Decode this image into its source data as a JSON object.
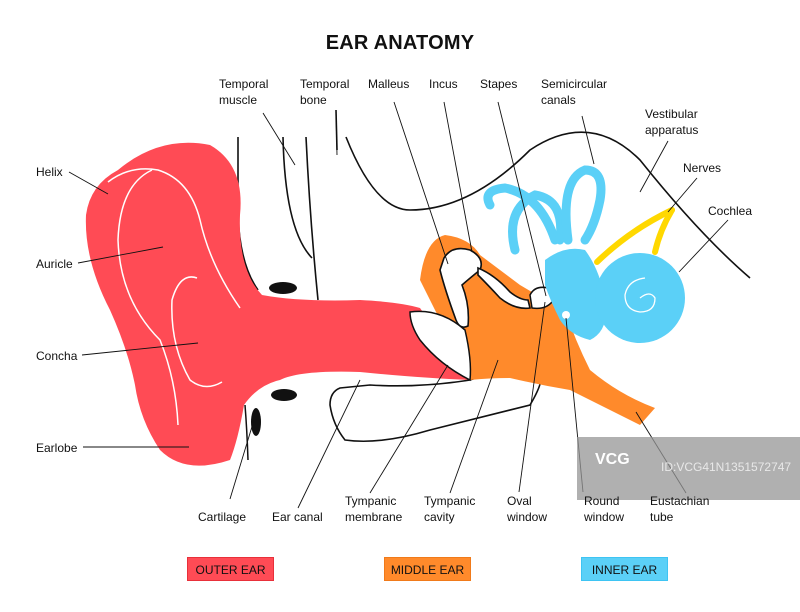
{
  "title": "EAR ANATOMY",
  "labels": {
    "helix": "Helix",
    "auricle": "Auricle",
    "concha": "Concha",
    "earlobe": "Earlobe",
    "temporal_muscle": "Temporal\nmuscle",
    "temporal_bone": "Temporal\nbone",
    "malleus": "Malleus",
    "incus": "Incus",
    "stapes": "Stapes",
    "semicircular_canals": "Semicircular\ncanals",
    "vestibular_apparatus": "Vestibular\napparatus",
    "nerves": "Nerves",
    "cochlea": "Cochlea",
    "cartilage": "Cartilage",
    "ear_canal": "Ear canal",
    "tympanic_membrane": "Tympanic\nmembrane",
    "tympanic_cavity": "Tympanic\ncavity",
    "oval_window": "Oval\nwindow",
    "round_window": "Round\nwindow",
    "eustachian_tube": "Eustachian\ntube"
  },
  "legend": [
    {
      "label": "OUTER EAR",
      "color": "#ff4b55"
    },
    {
      "label": "MIDDLE EAR",
      "color": "#ff8a2b"
    },
    {
      "label": "INNER EAR",
      "color": "#5bd0f7"
    }
  ],
  "colors": {
    "outer_ear": "#ff4b55",
    "middle_ear": "#ff8a2b",
    "inner_ear": "#5bd0f7",
    "nerves": "#ffd800"
  },
  "watermark": {
    "logo": "VCG",
    "id": "ID:VCG41N1351572747"
  }
}
